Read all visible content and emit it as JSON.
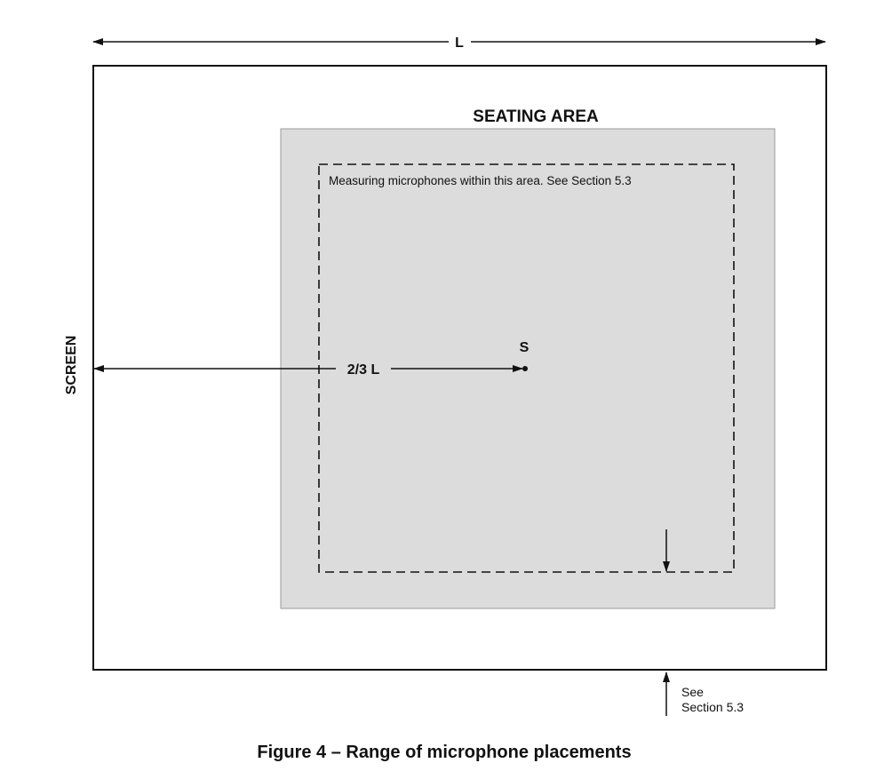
{
  "diagram": {
    "length_label": "L",
    "screen_label": "SCREEN",
    "seating_area_label": "SEATING AREA",
    "measuring_note": "Measuring microphones within this area. See Section 5.3",
    "source_label": "S",
    "distance_label": "2/3 L",
    "see_note_line1": "See",
    "see_note_line2": "Section 5.3",
    "caption": "Figure 4 – Range of microphone placements",
    "colors": {
      "line": "#111111",
      "seating_fill": "#dcdcdd",
      "seating_border": "#9a9a9a",
      "background": "#ffffff"
    }
  }
}
